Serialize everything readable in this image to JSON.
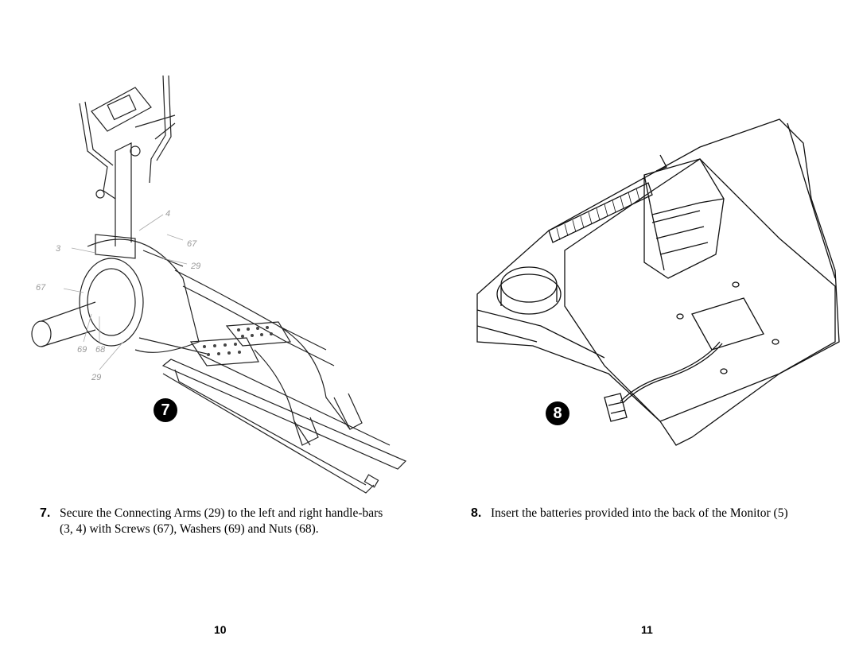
{
  "left_page": {
    "figure_number": "7",
    "part_labels": [
      "4",
      "67",
      "3",
      "29",
      "67",
      "69",
      "68",
      "29"
    ],
    "step_number": "7.",
    "step_text": "Secure the Connecting Arms (29) to the left and right handle-bars (3, 4) with Screws (67), Washers (69) and Nuts (68).",
    "page_number": "10"
  },
  "right_page": {
    "figure_number": "8",
    "step_number": "8.",
    "step_text": "Insert the batteries provided into the back of the Monitor (5)",
    "page_number": "11"
  }
}
